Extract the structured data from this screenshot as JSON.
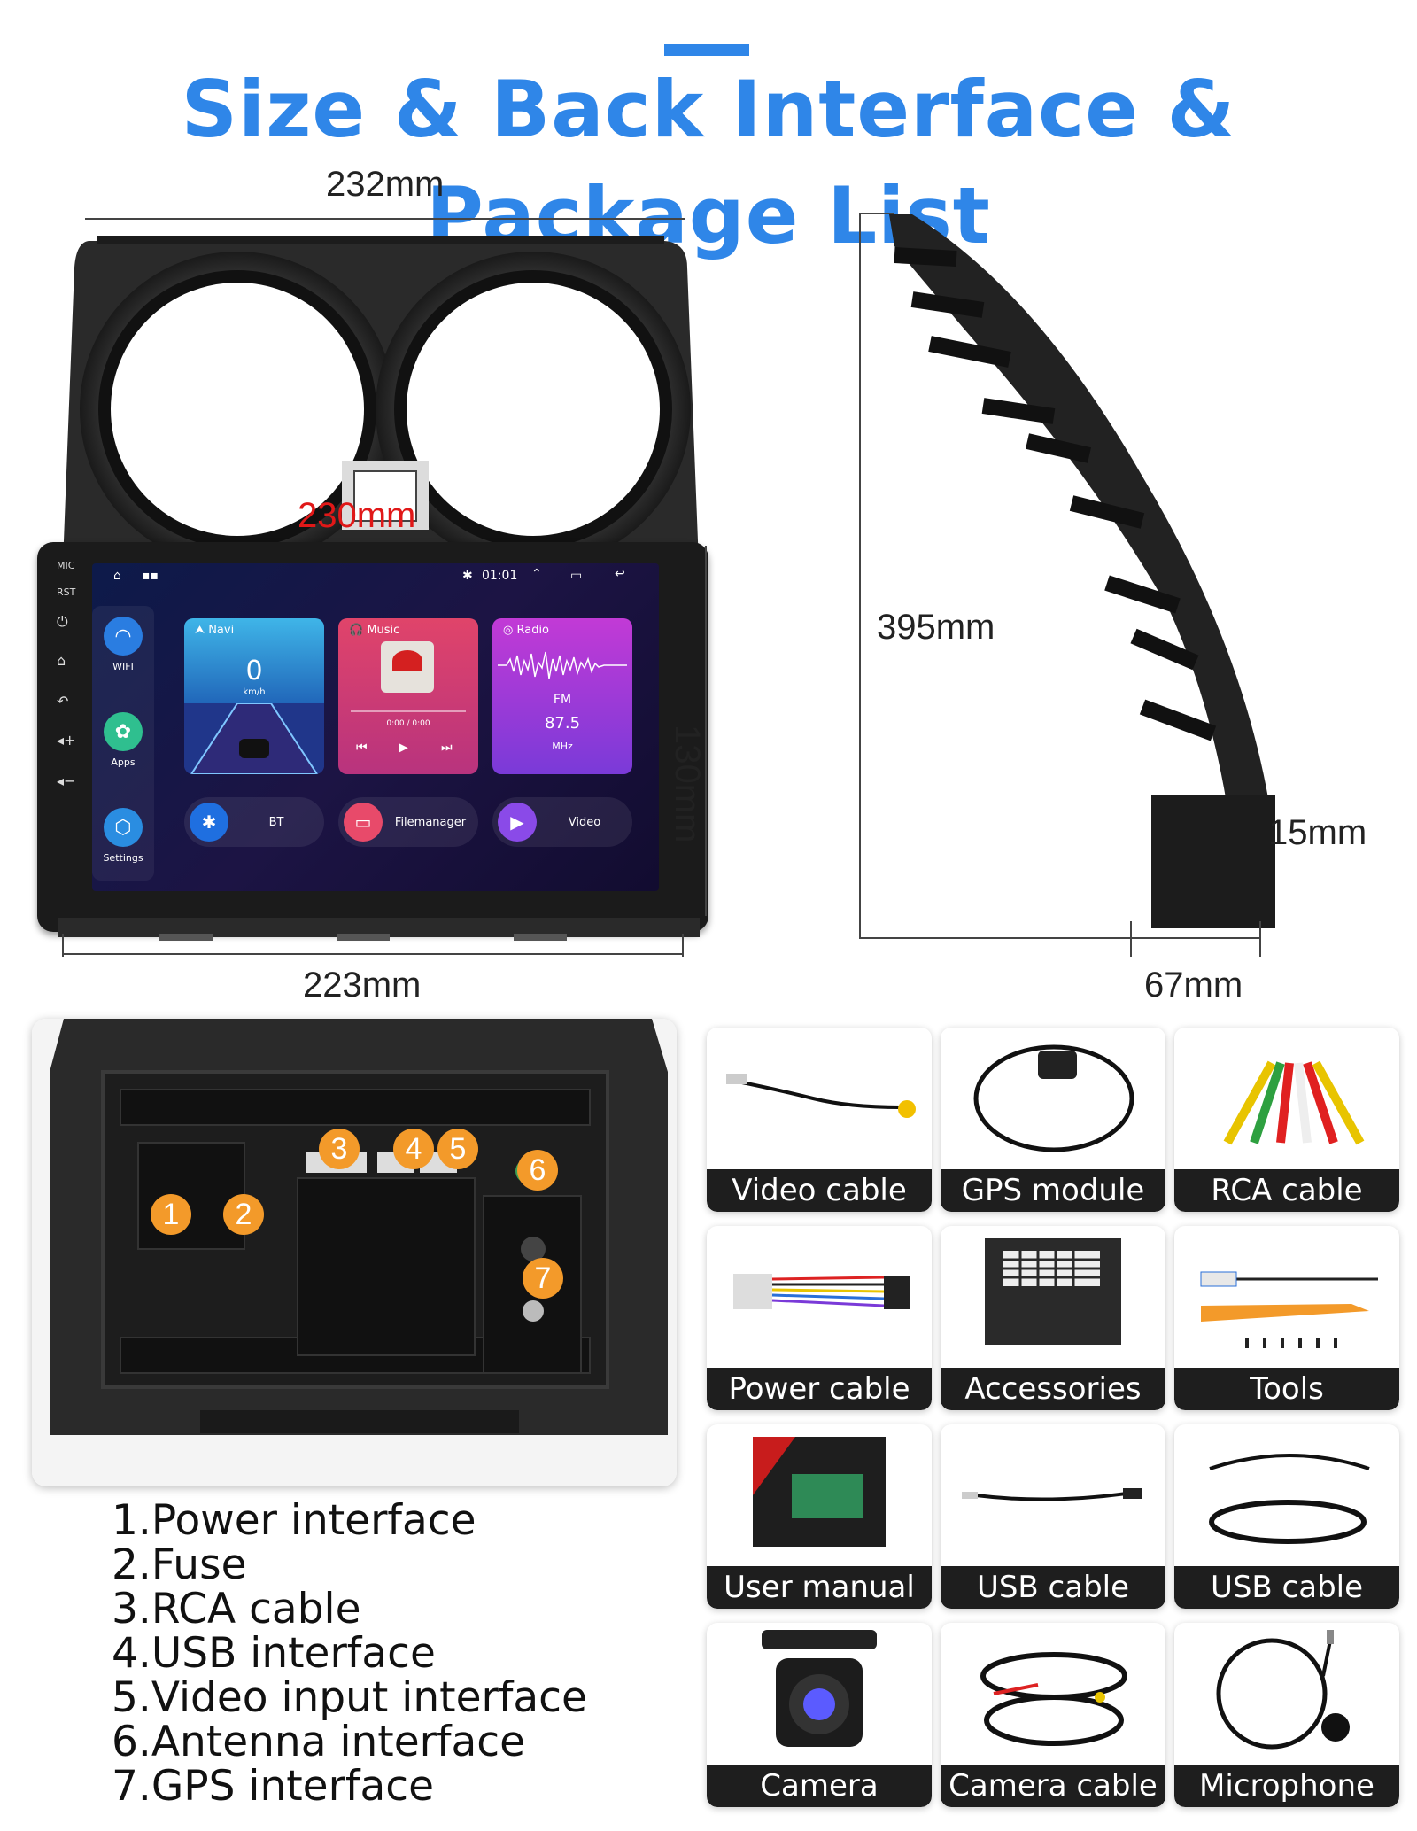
{
  "title": "Size & Back Interface & Package List",
  "dimensions": {
    "top_width": "232mm",
    "screen_width": "230mm",
    "bottom_width": "223mm",
    "height_front": "130mm",
    "height_side": "395mm",
    "depth_thin": "15mm",
    "depth_bottom": "67mm"
  },
  "screen": {
    "time": "01:01",
    "side_buttons": [
      "MIC",
      "RST"
    ],
    "dock": [
      {
        "label": "WIFI",
        "icon": "wifi-icon",
        "color": "#2a7de1"
      },
      {
        "label": "Apps",
        "icon": "apps-icon",
        "color": "#2fbf8f"
      },
      {
        "label": "Settings",
        "icon": "settings-icon",
        "color": "#2a8de1"
      }
    ],
    "navi": {
      "title": "Navi",
      "speed": "0",
      "unit": "km/h"
    },
    "music": {
      "title": "Music",
      "progress": "0:00 / 0:00"
    },
    "radio": {
      "title": "Radio",
      "band": "FM",
      "freq": "87.5",
      "unit": "MHz"
    },
    "pills": [
      {
        "label": "BT",
        "icon": "bluetooth-icon",
        "color": "#1f6fe0"
      },
      {
        "label": "Filemanager",
        "icon": "folder-icon",
        "color": "#e84a6a"
      },
      {
        "label": "Video",
        "icon": "video-icon",
        "color": "#8a4ae8"
      }
    ]
  },
  "back_badges": [
    "1",
    "2",
    "3",
    "4",
    "5",
    "6",
    "7"
  ],
  "interfaces": [
    "1.Power interface",
    "2.Fuse",
    "3.RCA cable",
    "4.USB interface",
    "5.Video input interface",
    "6.Antenna interface",
    "7.GPS interface"
  ],
  "package": [
    "Video cable",
    "GPS module",
    "RCA cable",
    "Power cable",
    "Accessories",
    "Tools",
    "User manual",
    "USB cable",
    "USB cable",
    "Camera",
    "Camera cable",
    "Microphone"
  ],
  "colors": {
    "accent": "#2f86e8",
    "badge": "#f39a2a",
    "dim_red": "#e01818"
  }
}
